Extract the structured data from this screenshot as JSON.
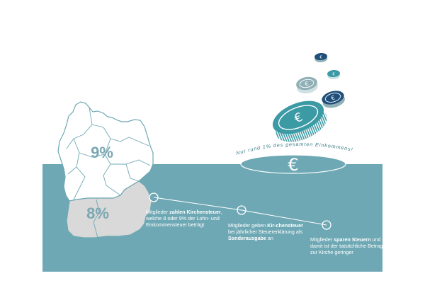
{
  "map": {
    "north_percent": "9%",
    "south_percent": "8%"
  },
  "note": "Nur rund 1% des gesamten Einkommens!",
  "steps": [
    {
      "pre": "Mitglieder ",
      "bold1": "zahlen Kirchensteuer",
      "mid": ", welche 8 oder 9% der Lohn- und Einkommensteuer beträgt",
      "bold2": "",
      "post": ""
    },
    {
      "pre": "Mitglieder geben ",
      "bold1": "Kir-chensteuer",
      "mid": " bei jährlicher Steuererklärung als ",
      "bold2": "Sonderausgabe",
      "post": " an"
    },
    {
      "pre": "Mitglieder ",
      "bold1": "sparen Steuern",
      "mid": " und damit ist der tatsächliche Betrag zur Kirche geringer",
      "bold2": "",
      "post": ""
    }
  ],
  "colors": {
    "band": "#6ea8b4",
    "coin_teal": "#3c9aa5",
    "coin_navy": "#1f4f7a",
    "coin_grey": "#8fb0b6",
    "map_north": "#ffffff",
    "map_south": "#d9d9d9",
    "map_border": "#6ea8b4",
    "percent_text": "#7aa7b2"
  },
  "icons": {
    "coin": "euro-coin-icon",
    "dot": "timeline-dot-icon"
  }
}
